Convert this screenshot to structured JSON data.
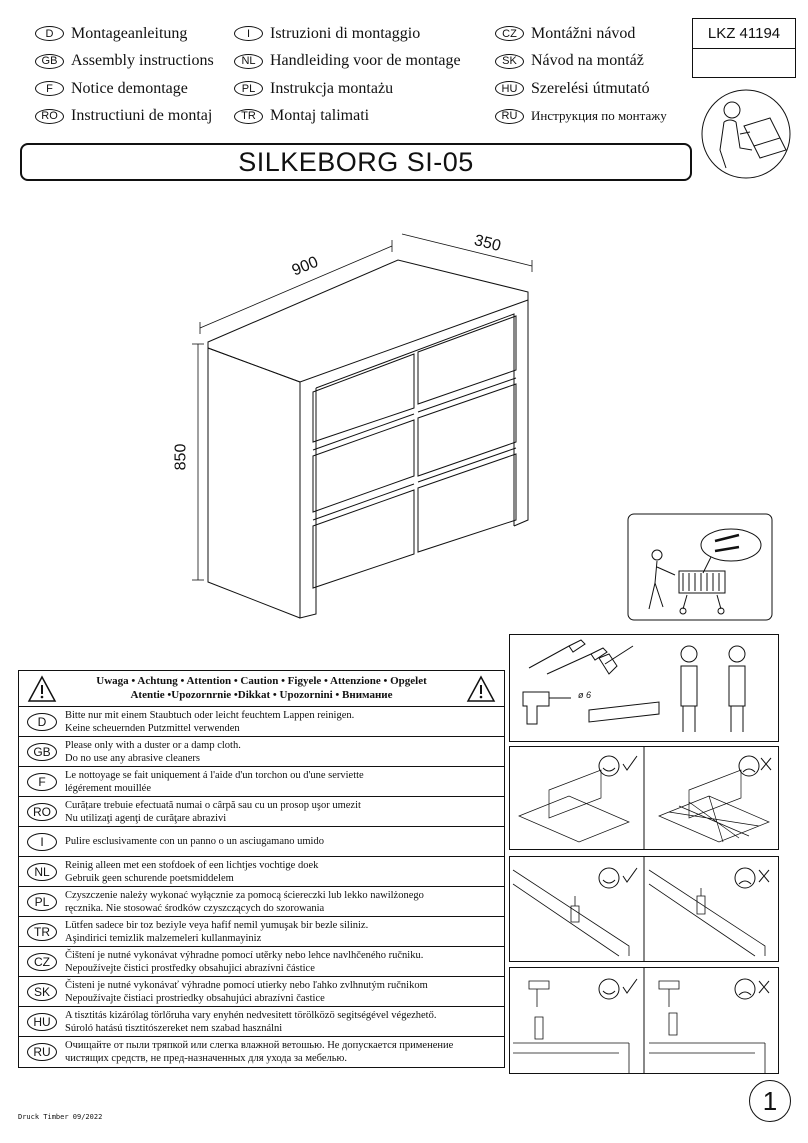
{
  "header": {
    "languages_col1": [
      {
        "code": "D",
        "text": "Montageanleitung"
      },
      {
        "code": "GB",
        "text": "Assembly instructions"
      },
      {
        "code": "F",
        "text": "Notice demontage"
      },
      {
        "code": "RO",
        "text": "Instructiuni de montaj"
      }
    ],
    "languages_col2": [
      {
        "code": "I",
        "text": "Istruzioni di montaggio"
      },
      {
        "code": "NL",
        "text": "Handleiding voor de montage"
      },
      {
        "code": "PL",
        "text": "Instrukcja montażu"
      },
      {
        "code": "TR",
        "text": "Montaj talimati"
      }
    ],
    "languages_col3": [
      {
        "code": "CZ",
        "text": "Montážni návod"
      },
      {
        "code": "SK",
        "text": "Návod na montáž"
      },
      {
        "code": "HU",
        "text": "Szerelési útmutató"
      },
      {
        "code": "RU",
        "text": "Инструкция по монтажу"
      }
    ],
    "product_code": "LKZ 41194"
  },
  "title": "SILKEBORG SI-05",
  "dimensions": {
    "width": "900",
    "depth": "350",
    "height": "850"
  },
  "warning": {
    "heading_line1": "Uwaga • Achtung • Attention • Caution • Figyele • Attenzione • Opgelet",
    "heading_line2": "Atentie •Upozornrnie •Dikkat • Upozornini • Внимание",
    "rows": [
      {
        "code": "D",
        "line1": "Bitte nur mit einem Staubtuch oder leicht feuchtem Lappen reinigen.",
        "line2": "Keine scheuernden Putzmittel verwenden"
      },
      {
        "code": "GB",
        "line1": "Please only with a duster or a damp cloth.",
        "line2": "Do no use any abrasive cleaners"
      },
      {
        "code": "F",
        "line1": "Le nottoyage se fait uniquement á l'aide d'un torchon ou d'une serviette",
        "line2": "légérement mouillée"
      },
      {
        "code": "RO",
        "line1": "Curățare trebuie efectuată numai o cârpă sau cu un prosop uşor umezit",
        "line2": "Nu utilizaţi agenţi de curăţare abrazivi"
      },
      {
        "code": "I",
        "line1": "Pulire esclusivamente con un panno o un asciugamano umido",
        "line2": ""
      },
      {
        "code": "NL",
        "line1": "Reinig alleen met een stofdoek of een lichtjes vochtige doek",
        "line2": "Gebruik geen schurende poetsmiddelem"
      },
      {
        "code": "PL",
        "line1": "Czyszczenie należy wykonać wyłącznie za pomocą ściereczki lub lekko nawilżonego",
        "line2": "ręcznika. Nie stosować środków czyszczących do szorowania"
      },
      {
        "code": "TR",
        "line1": "Lütfen sadece bir toz beziyle veya hafif nemil yumuşak bir bezle siliniz.",
        "line2": "Aşindirici temizlik malzemeleri kullanmayiniz"
      },
      {
        "code": "CZ",
        "line1": "Čištení je nutné vykonávat výhradne pomocí utěrky nebo lehce navlhčeného ručniku.",
        "line2": "Nepoužívejte čistici prostředky obsahujici abrazívni částice"
      },
      {
        "code": "SK",
        "line1": "Čisteni je nutné vykonávať výhradne pomocí utierky nebo ľahko zvlhnutým ručnikom",
        "line2": "Nepoužívajte čistiaci prostriedky obsahujúci abrazívni častice"
      },
      {
        "code": "HU",
        "line1": "A tisztitás kizárólag törlőruha vary enyhén nedvesitett törölközö segitségével végezhető.",
        "line2": "Súroló hatású tisztitószereket nem szabad használni"
      },
      {
        "code": "RU",
        "line1": "Очищайте от пыли тряпкой или слегка влажной ветошью. Не допускается применение",
        "line2": "чистящих средств, не пред-назначенных для ухода за мебелью."
      }
    ]
  },
  "tools": {
    "drill_bit_label": "ø 6"
  },
  "footer": "Druck Timber 09/2022",
  "page_number": "1"
}
